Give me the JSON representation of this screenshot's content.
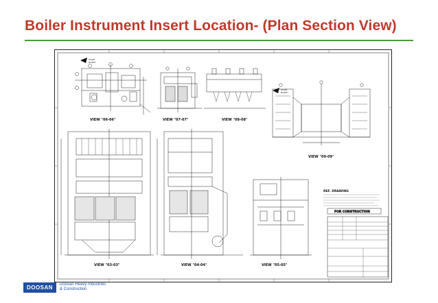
{
  "slide": {
    "title": "Boiler Instrument Insert Location- (Plan Section View)"
  },
  "drawing": {
    "views": {
      "v06": "VIEW \"06-06\"",
      "v07": "VIEW \"07-07\"",
      "v08": "VIEW \"08-08\"",
      "v09": "VIEW \"09-09\"",
      "v03": "VIEW \"03-03\"",
      "v04": "VIEW \"04-04\"",
      "v05": "VIEW \"05-05\""
    },
    "reference_heading": "REF. DRAWING",
    "construction_heading": "FOR CONSTRUCTION"
  },
  "footer": {
    "logo_mark": "DOOSAN",
    "company_line1": "Doosan Heavy Industries",
    "company_line2": "& Construction"
  },
  "colors": {
    "title": "#c0392b",
    "rule": "#4a9a3a",
    "logo": "#1f4fa3"
  }
}
